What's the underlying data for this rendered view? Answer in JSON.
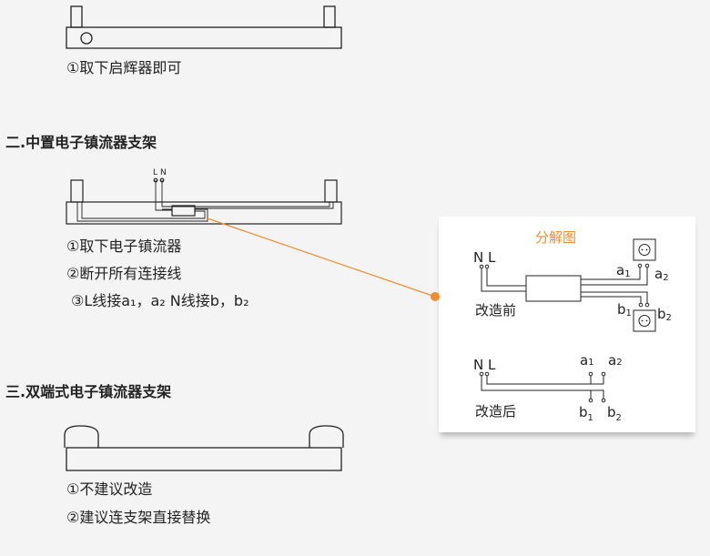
{
  "section1": {
    "steps": [
      "①取下启辉器即可"
    ]
  },
  "section2": {
    "heading": "二.中置电子镇流器支架",
    "pin_labels": {
      "l": "L",
      "n": "N"
    },
    "steps": [
      "①取下电子镇流器",
      "②断开所有连接线",
      "③L线接a₁，a₂  N线接b，b₂"
    ]
  },
  "section3": {
    "heading": "三.双端式电子镇流器支架",
    "steps": [
      "①不建议改造",
      "②建议连支架直接替换"
    ]
  },
  "exploded_view": {
    "title": "分解图",
    "before_label": "改造前",
    "after_label": "改造后",
    "n": "N",
    "l": "L",
    "a1": "a",
    "a2": "a",
    "b1": "b",
    "b2": "b",
    "sub1": "1",
    "sub2": "2"
  },
  "colors": {
    "accent": "#f08c2e",
    "line": "#222222"
  }
}
